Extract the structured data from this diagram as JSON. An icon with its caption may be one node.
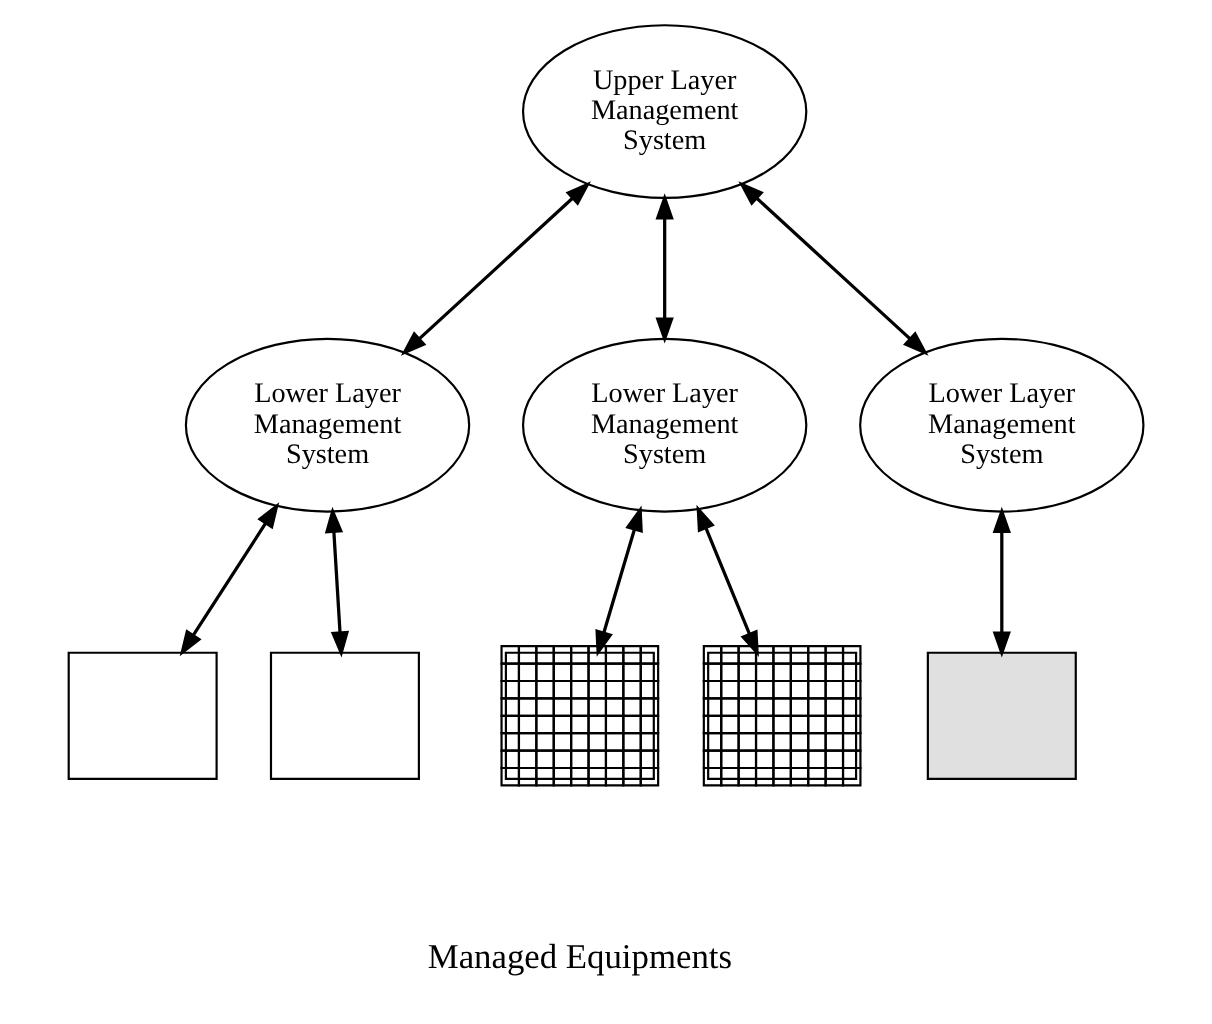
{
  "diagram": {
    "nodes": [
      {
        "text": [
          "Upper Layer Management System"
        ]
      },
      {
        "text": [
          "Lower Layer Management System"
        ]
      },
      {
        "text": [
          "Lower Layer Management System"
        ]
      },
      {
        "text": [
          "Lower Layer Management System"
        ]
      },
      {
        "text": [],
        "shape": "box"
      },
      {
        "text": [],
        "shape": "box"
      },
      {
        "text": [],
        "shape": "box"
      },
      {
        "text": [],
        "shape": "box"
      },
      {
        "text": [],
        "shape": "box"
      }
    ],
    "edges": [
      {
        "from": 0,
        "to": 1,
        "arrow": "both"
      },
      {
        "from": 0,
        "to": 2,
        "arrow": "both"
      },
      {
        "from": 0,
        "to": 3,
        "arrow": "both"
      },
      {
        "from": 1,
        "to": 4,
        "arrow": "both"
      },
      {
        "from": 1,
        "to": 5,
        "arrow": "both"
      },
      {
        "from": 2,
        "to": 6,
        "arrow": "both"
      },
      {
        "from": 2,
        "to": 7,
        "arrow": "both"
      },
      {
        "from": 3,
        "to": 8,
        "arrow": "both"
      }
    ],
    "labels": [
      "Managed Equipments"
    ]
  }
}
